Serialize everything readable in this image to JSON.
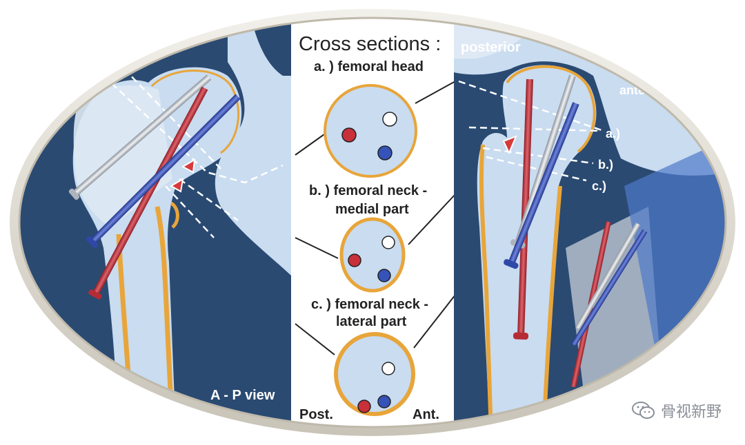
{
  "title": "Cross sections :",
  "sections": {
    "a": "a. ) femoral head",
    "b_line1": "b. ) femoral neck -",
    "b_line2": "medial part",
    "c_line1": "c. ) femoral neck -",
    "c_line2": "lateral part"
  },
  "left_panel": {
    "view_label": "A - P view"
  },
  "right_panel": {
    "posterior": "posterior",
    "anterior": "ante",
    "markers": [
      "a.)",
      "b.)",
      "c.)"
    ]
  },
  "orientation": {
    "post": "Post.",
    "ant": "Ant."
  },
  "watermark": {
    "text": "骨视新野",
    "icon": "wechat-icon"
  },
  "colors": {
    "bone_dark": "#2a4a72",
    "bone_light": "#c9dcf0",
    "cortex": "#e8a53a",
    "screw_red": "#c8303a",
    "screw_blue": "#3553b8",
    "screw_silver": "#c7ccd2",
    "frame": "#d9d5cc"
  }
}
